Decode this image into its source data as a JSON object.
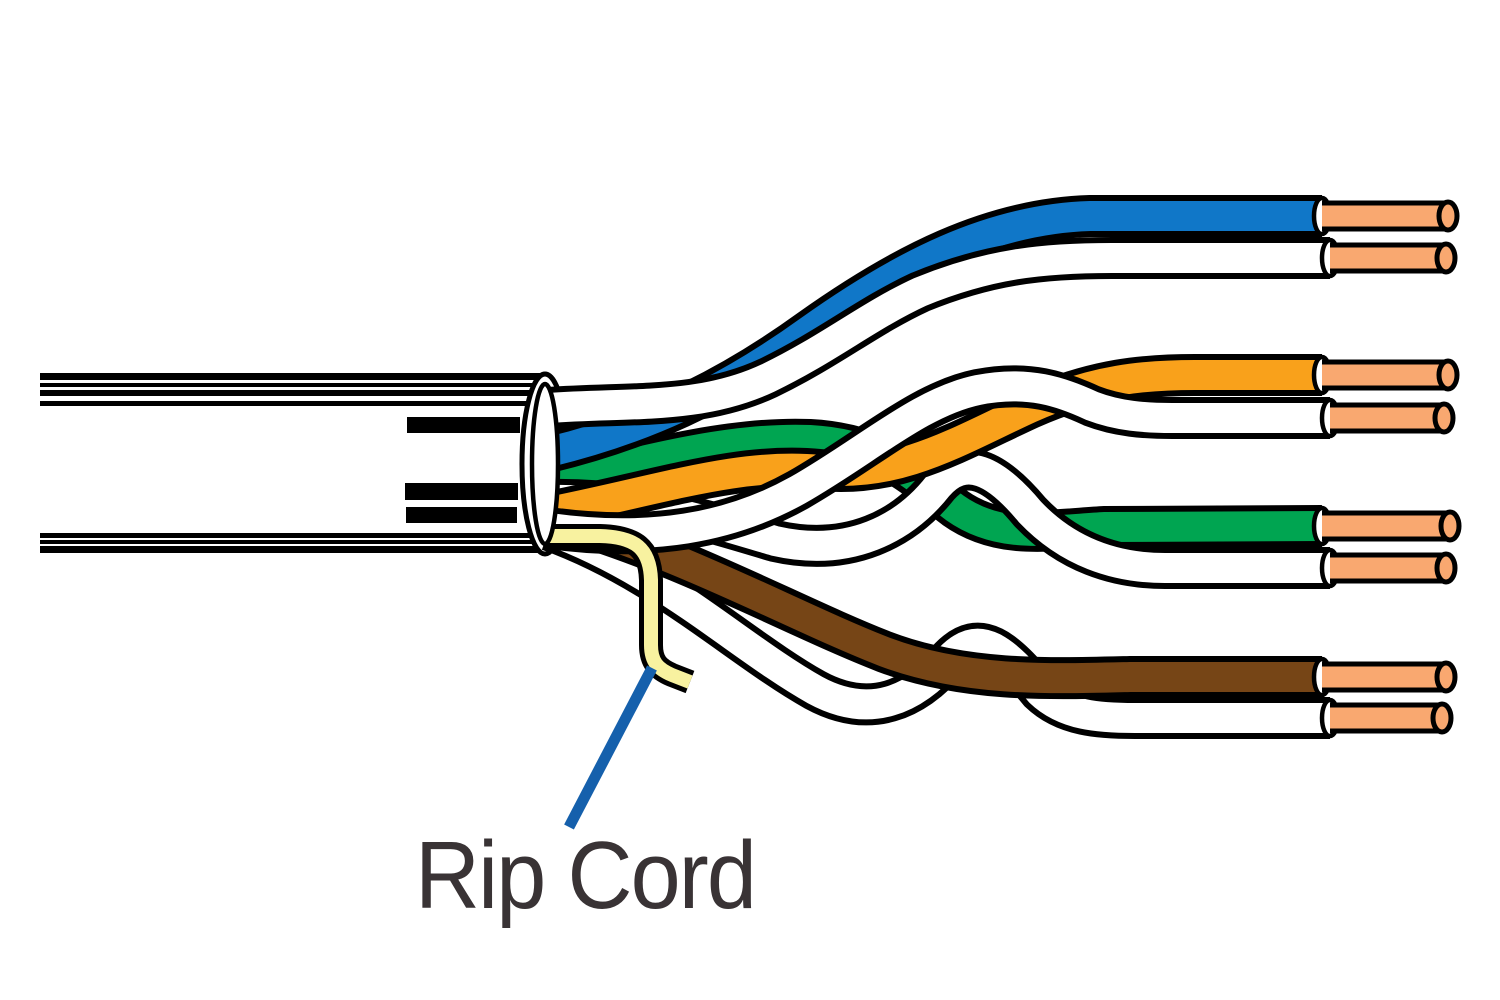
{
  "diagram": {
    "label": {
      "text": "Rip Cord"
    },
    "jacket": {
      "color_name": "white",
      "stripe_count_top": 4,
      "stripe_count_bottom": 3,
      "print_mark_count": 3
    },
    "pairs": [
      {
        "name": "blue pair",
        "wires": [
          "blue",
          "white"
        ]
      },
      {
        "name": "orange pair",
        "wires": [
          "orange",
          "white"
        ]
      },
      {
        "name": "green pair",
        "wires": [
          "green",
          "white"
        ]
      },
      {
        "name": "brown pair",
        "wires": [
          "brown",
          "white"
        ]
      }
    ],
    "conductor_material": "copper",
    "rip_cord_color_name": "pale yellow"
  },
  "colors": {
    "outline": "#000000",
    "white_wire": "#ffffff",
    "blue": "#1077C8",
    "orange": "#F9A11B",
    "green": "#00A551",
    "brown": "#764516",
    "copper": "#F9A870",
    "rip_cord": "#F8F2A0",
    "pointer_line": "#1560AC",
    "label_text": "#393335",
    "jacket": "#ffffff"
  }
}
